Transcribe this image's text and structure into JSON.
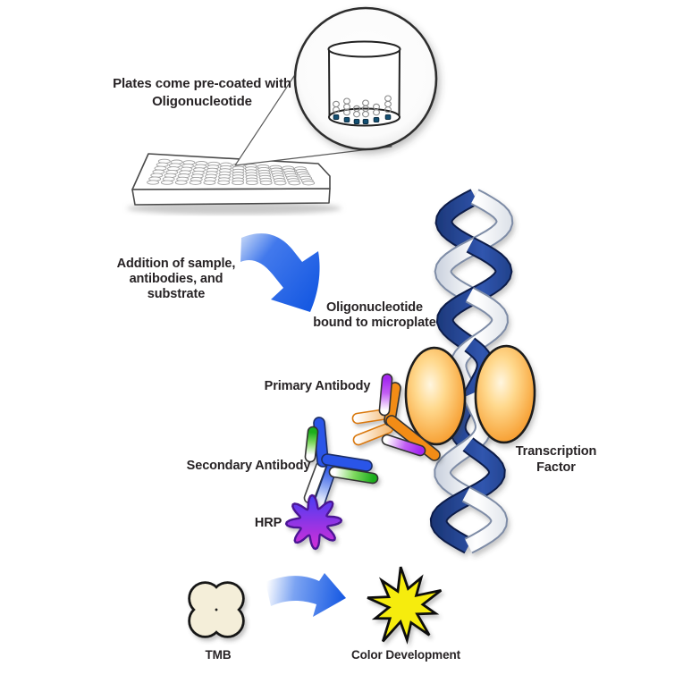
{
  "title": "Transcription Factor ELISA Assay Diagram",
  "labels": {
    "plate_note": "Plates come pre-coated with\nOligonucleotide",
    "addition": "Addition of sample,\nantibodies, and\nsubstrate",
    "oligo_bound": "Oligonucleotide\nbound to microplate",
    "primary_antibody": "Primary Antibody",
    "secondary_antibody": "Secondary Antibody",
    "hrp": "HRP",
    "transcription_factor": "Transcription\nFactor",
    "tmb": "TMB",
    "color_development": "Color Development"
  },
  "colors": {
    "arrow_blue": "#1659e2",
    "arrow_blue_light": "#b7cdf6",
    "dna_dark_edge": "#0a1d4a",
    "dna_dark_mid": "#3055ae",
    "dna_dark_end": "#132e68",
    "dna_light_edge": "#7e8ca6",
    "dna_light_mid": "#ffffff",
    "dna_light_end": "#c0c9d6",
    "tf_orange": "#ee8610",
    "tf_orange_light": "#fff6e0",
    "antibody_primary": "#f28c16",
    "antibody_primary_tip": "#a428f0",
    "antibody_secondary": "#2c55e8",
    "antibody_secondary_tip": "#1fae1f",
    "hrp_top": "#4d3cf2",
    "hrp_bottom": "#d02ed8",
    "hrp_outline": "#4c1594",
    "tmb_fill": "#f4eed9",
    "burst_yellow": "#f6ec0f",
    "oligo_dot": "#134f72",
    "outline_dark": "#2e2e2e",
    "text": "#272325"
  }
}
